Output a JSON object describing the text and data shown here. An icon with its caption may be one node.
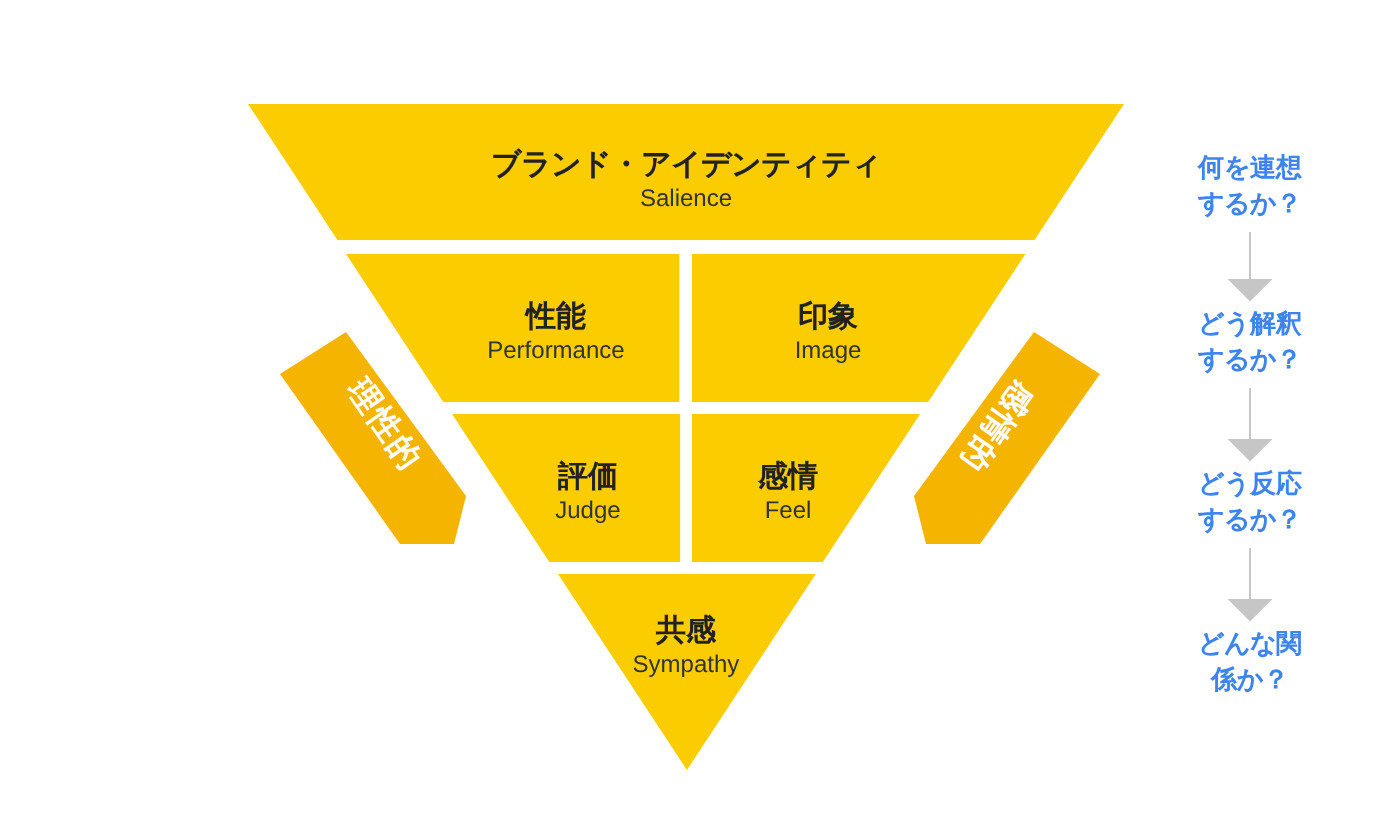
{
  "diagram": {
    "nodes": [
      {
        "text": [
          "ブランド・アイデンティティ",
          "Salience"
        ]
      },
      {
        "text": [
          "性能",
          "Performance"
        ]
      },
      {
        "text": [
          "印象",
          "Image"
        ]
      },
      {
        "text": [
          "評価",
          "Judge"
        ]
      },
      {
        "text": [
          "感情",
          "Feel"
        ]
      },
      {
        "text": [
          "共感",
          "Sympathy"
        ]
      },
      {
        "text": [
          "理性的"
        ]
      },
      {
        "text": [
          "感情的"
        ]
      },
      {
        "text": [
          "何を連想するか？"
        ]
      },
      {
        "text": [
          "どう解釈するか？"
        ]
      },
      {
        "text": [
          "どう反応するか？"
        ]
      },
      {
        "text": [
          "どんな関係か？"
        ]
      }
    ],
    "edges": [
      {
        "from": 8,
        "to": 9,
        "arrow": "to"
      },
      {
        "from": 9,
        "to": 10,
        "arrow": "to"
      },
      {
        "from": 10,
        "to": 11,
        "arrow": "to"
      }
    ]
  }
}
